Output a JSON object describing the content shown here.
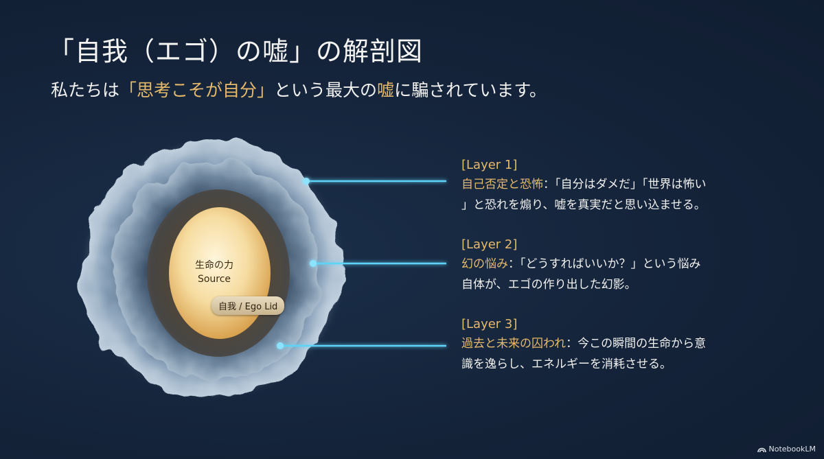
{
  "slide": {
    "title": "「自我（エゴ）の嘘」の解剖図",
    "subtitle": {
      "before": "私たちは",
      "highlight1": "「思考こそが自分」",
      "middle": "という最大の",
      "highlight2": "嘘",
      "after": "に騙されています。"
    }
  },
  "diagram": {
    "core_label_line1": "生命の力",
    "core_label_line2": "Source",
    "lid_label": "自我 / Ego Lid",
    "layers": [
      {
        "tag": "[Layer 1]",
        "key": "自己否定と恐怖",
        "line1_rest": "：「自分はダメだ」「世界は怖い",
        "line2": "」と恐れを煽り、嘘を真実だと思い込ませる。"
      },
      {
        "tag": "[Layer 2]",
        "key": "幻の悩み",
        "line1_rest": "：「どうすればいいか？」という悩み",
        "line2": "自体が、エゴの作り出した幻影。"
      },
      {
        "tag": "[Layer 3]",
        "key": "過去と未来の囚われ",
        "line1_rest": "：今この瞬間の生命から意",
        "line2": "識を逸らし、エネルギーを消耗させる。"
      }
    ]
  },
  "branding": {
    "name": "NotebookLM",
    "icon": "notebooklm-logo-icon"
  },
  "colors": {
    "background": "#14243b",
    "accent": "#e7b96b",
    "connector": "#5fd3f5",
    "egg": "#f6dca0"
  }
}
